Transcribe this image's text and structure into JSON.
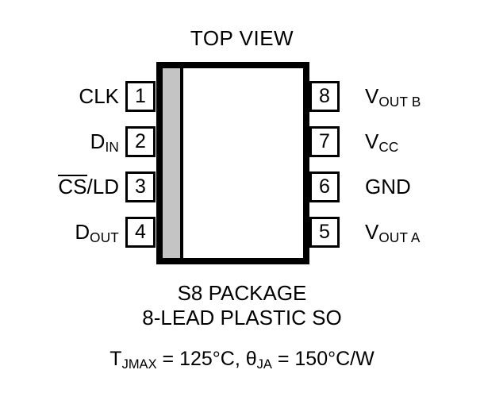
{
  "diagram": {
    "title": "TOP VIEW",
    "package_outline": {
      "pin1_marker": "gray-stripe",
      "body_fill": "#ffffff",
      "body_stroke": "#000000",
      "pin1_stripe_color": "#c4c4c4"
    },
    "pins_left": [
      {
        "number": "1",
        "label_html": "CLK",
        "label_text": "CLK"
      },
      {
        "number": "2",
        "label_html": "D<sub>IN</sub>",
        "label_text": "D IN"
      },
      {
        "number": "3",
        "label_html": "<span class=\"ovl\">CS</span>/LD",
        "label_text": "CS/LD"
      },
      {
        "number": "4",
        "label_html": "D<sub>OUT</sub>",
        "label_text": "D OUT"
      }
    ],
    "pins_right": [
      {
        "number": "8",
        "label_html": "V<sub>OUT B</sub>",
        "label_text": "V OUT B"
      },
      {
        "number": "7",
        "label_html": "V<sub>CC</sub>",
        "label_text": "V CC"
      },
      {
        "number": "6",
        "label_html": "GND",
        "label_text": "GND"
      },
      {
        "number": "5",
        "label_html": "V<sub>OUT A</sub>",
        "label_text": "V OUT A"
      }
    ],
    "footer": {
      "package_name": "S8 PACKAGE",
      "package_desc": "8-LEAD PLASTIC SO",
      "thermal_html": "T<sub>JMAX</sub> = 125°C, θ<sub>JA</sub> = 150°C/W",
      "thermal_text": "TJMAX = 125°C, θJA = 150°C/W"
    }
  }
}
